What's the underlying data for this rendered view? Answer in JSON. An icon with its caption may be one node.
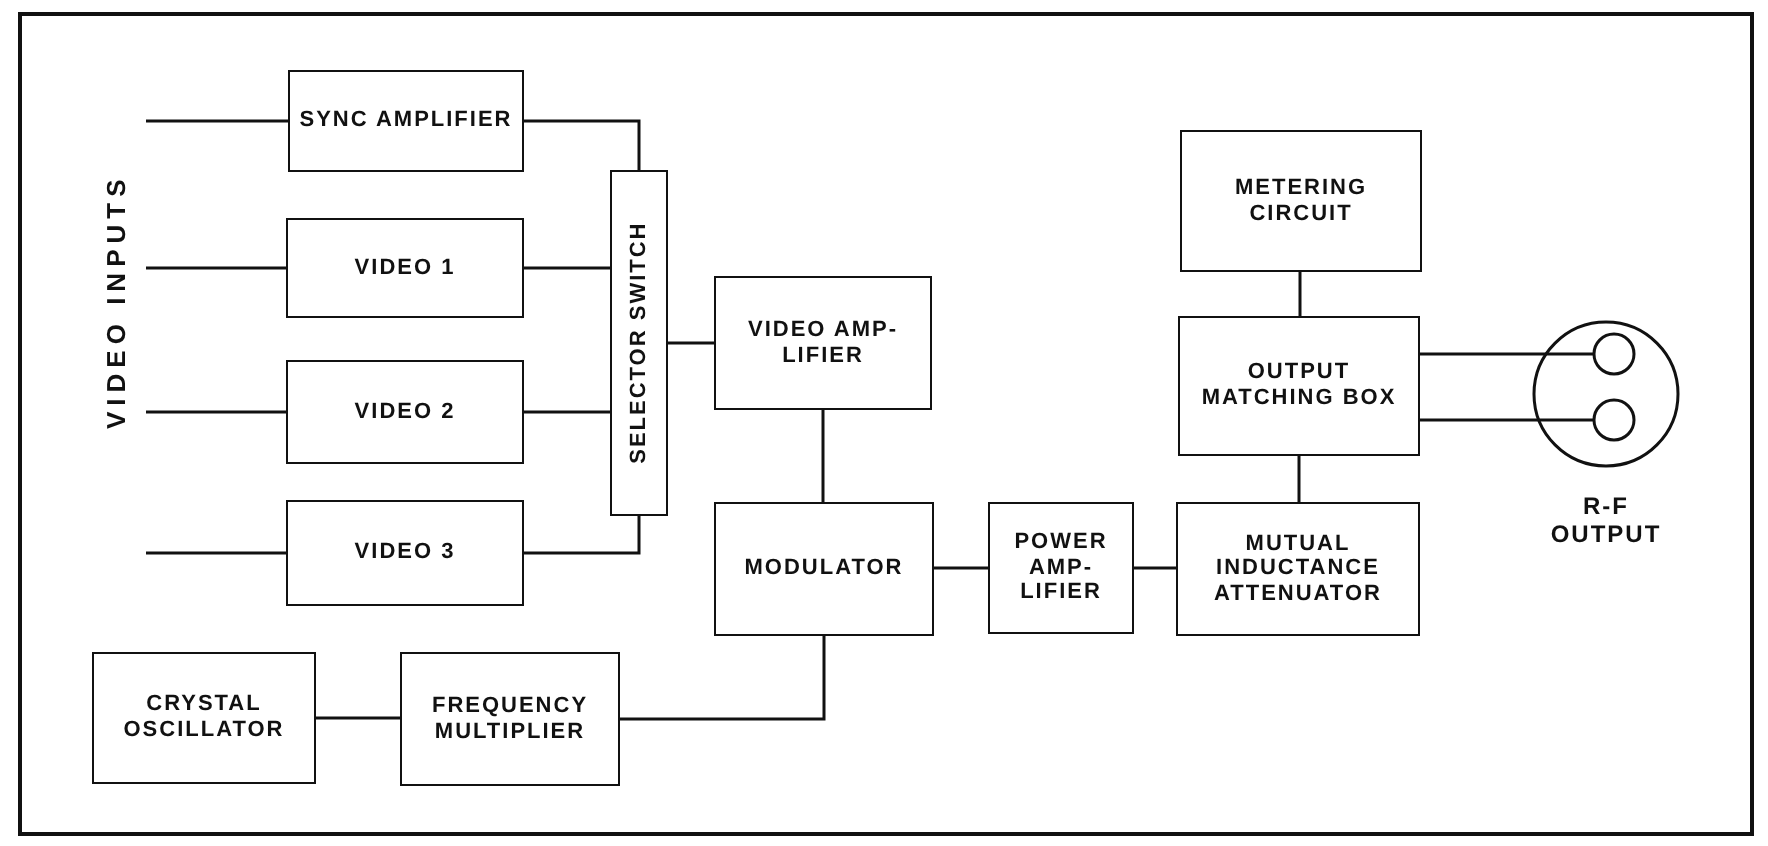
{
  "diagram": {
    "nodes": [
      {
        "text": [
          "SYNC AMPLIFIER"
        ]
      },
      {
        "text": [
          "VIDEO 1"
        ]
      },
      {
        "text": [
          "VIDEO 2"
        ]
      },
      {
        "text": [
          "VIDEO 3"
        ]
      },
      {
        "text": [
          "SELECTOR SWITCH"
        ]
      },
      {
        "text": [
          "VIDEO AMP- LIFIER"
        ]
      },
      {
        "text": [
          "MODULATOR"
        ]
      },
      {
        "text": [
          "POWER AMP- LIFIER"
        ]
      },
      {
        "text": [
          "MUTUAL INDUCTANCE ATTENUATOR"
        ]
      },
      {
        "text": [
          "METERING CIRCUIT"
        ]
      },
      {
        "text": [
          "OUTPUT MATCHING BOX"
        ]
      },
      {
        "text": [],
        "shape": "circle",
        "beside": [
          "R-F OUTPUT"
        ]
      },
      {
        "text": [
          "CRYSTAL OSCILLATOR"
        ]
      },
      {
        "text": [
          "FREQUENCY MULTIPLIER"
        ]
      }
    ],
    "edges": [
      {
        "from": null,
        "to": 0,
        "arrow": "none"
      },
      {
        "from": null,
        "to": 1,
        "arrow": "none"
      },
      {
        "from": null,
        "to": 2,
        "arrow": "none"
      },
      {
        "from": null,
        "to": 3,
        "arrow": "none"
      },
      {
        "from": 0,
        "to": 4,
        "arrow": "none"
      },
      {
        "from": 1,
        "to": 4,
        "arrow": "none"
      },
      {
        "from": 2,
        "to": 4,
        "arrow": "none"
      },
      {
        "from": 3,
        "to": 4,
        "arrow": "none"
      },
      {
        "from": 4,
        "to": 5,
        "arrow": "none"
      },
      {
        "from": 5,
        "to": 6,
        "arrow": "none"
      },
      {
        "from": 6,
        "to": 7,
        "arrow": "none"
      },
      {
        "from": 7,
        "to": 8,
        "arrow": "none"
      },
      {
        "from": 8,
        "to": 10,
        "arrow": "none"
      },
      {
        "from": 9,
        "to": 10,
        "arrow": "none"
      },
      {
        "from": 10,
        "to": 11,
        "arrow": "none"
      },
      {
        "from": 10,
        "to": 11,
        "arrow": "none"
      },
      {
        "from": 12,
        "to": 13,
        "arrow": "none"
      },
      {
        "from": 13,
        "to": 6,
        "arrow": "none"
      }
    ],
    "labels": [
      "VIDEO INPUTS"
    ]
  }
}
